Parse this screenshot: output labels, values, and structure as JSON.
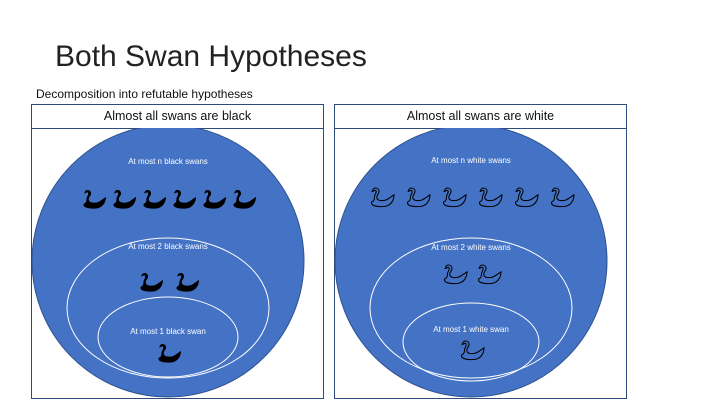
{
  "slide": {
    "title": "Both Swan Hypotheses",
    "subtitle": "Decomposition into refutable hypotheses"
  },
  "colors": {
    "circle_fill": "#4472c4",
    "circle_stroke": "#2f528f",
    "inner_stroke": "#ffffff",
    "black_swan": "#000000",
    "white_swan_outline": "#000000"
  },
  "panels": [
    {
      "title": "Almost all swans are black",
      "levels": [
        {
          "label": "At most n black swans",
          "swan_count": 6,
          "swan_style": "black"
        },
        {
          "label": "At most 2 black swans",
          "swan_count": 2,
          "swan_style": "black"
        },
        {
          "label": "At most 1 black swan",
          "swan_count": 1,
          "swan_style": "black"
        }
      ]
    },
    {
      "title": "Almost all swans are white",
      "levels": [
        {
          "label": "At most n white swans",
          "swan_count": 6,
          "swan_style": "white-outline"
        },
        {
          "label": "At most 2 white swans",
          "swan_count": 2,
          "swan_style": "white-outline"
        },
        {
          "label": "At most 1 white swan",
          "swan_count": 1,
          "swan_style": "white-outline"
        }
      ]
    }
  ]
}
